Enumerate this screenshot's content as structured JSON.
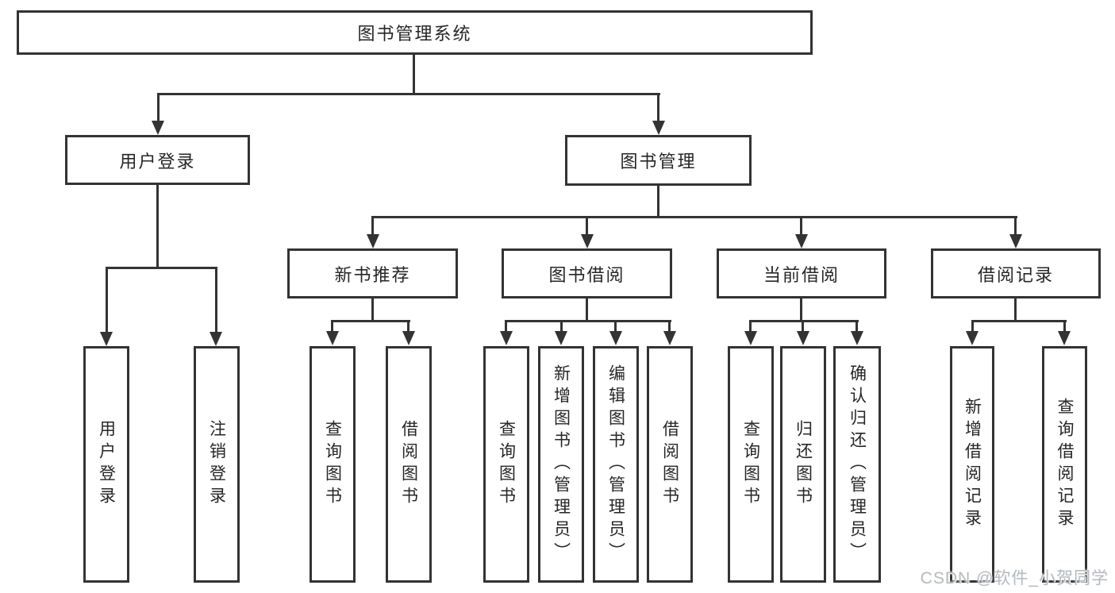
{
  "tree": {
    "label": "图书管理系统",
    "children": [
      {
        "label": "用户登录",
        "children": [
          {
            "label": "用户登录"
          },
          {
            "label": "注销登录"
          }
        ]
      },
      {
        "label": "图书管理",
        "children": [
          {
            "label": "新书推荐",
            "children": [
              {
                "label": "查询图书"
              },
              {
                "label": "借阅图书"
              }
            ]
          },
          {
            "label": "图书借阅",
            "children": [
              {
                "label": "查询图书"
              },
              {
                "label": "新增图书（管理员）"
              },
              {
                "label": "编辑图书（管理员）"
              },
              {
                "label": "借阅图书"
              }
            ]
          },
          {
            "label": "当前借阅",
            "children": [
              {
                "label": "查询图书"
              },
              {
                "label": "归还图书"
              },
              {
                "label": "确认归还（管理员）"
              }
            ]
          },
          {
            "label": "借阅记录",
            "children": [
              {
                "label": "新增借阅记录"
              },
              {
                "label": "查询借阅记录"
              }
            ]
          }
        ]
      }
    ]
  },
  "watermark": "CSDN @软件_小贺同学",
  "colors": {
    "line": "#333333",
    "text": "#262626",
    "watermark": "#b6bbc0",
    "background": "#ffffff"
  }
}
